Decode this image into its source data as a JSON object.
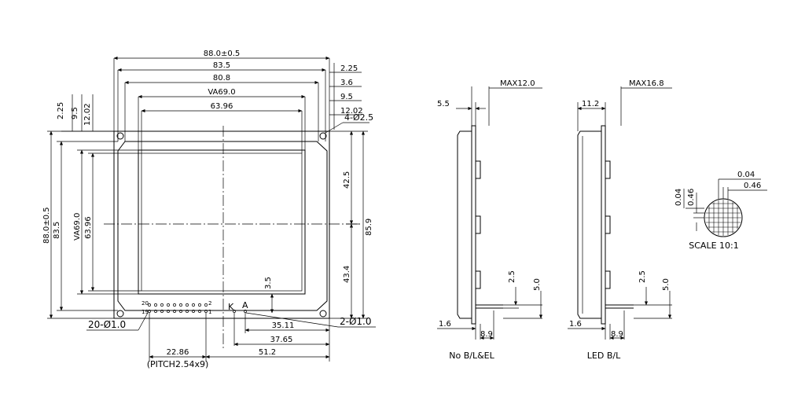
{
  "front_view": {
    "top_dims": [
      "88.0±0.5",
      "83.5",
      "80.8",
      "VA69.0",
      "63.96"
    ],
    "right_top_dims": [
      "2.25",
      "3.6",
      "9.5",
      "12.02"
    ],
    "left_top_dims": [
      "2.25",
      "9.5",
      "12.02"
    ],
    "mounting_hole": "4-Ø2.5",
    "left_dims": [
      "88.0±0.5",
      "83.5",
      "VA69.0",
      "63.96"
    ],
    "right_dims": [
      "42.5",
      "85.9",
      "43.4"
    ],
    "inner_dim": "3.5",
    "pin_labels": {
      "p20": "20",
      "p19": "19",
      "p2": "2",
      "p1": "1",
      "k": "K",
      "a": "A"
    },
    "pin_hole": "20-Ø1.0",
    "led_hole": "2-Ø1.0",
    "bottom_dims": [
      "35.11",
      "37.65",
      "22.86",
      "51.2"
    ],
    "pitch": "(PITCH2.54x9)"
  },
  "side_view_1": {
    "max": "MAX12.0",
    "top_dim": "5.5",
    "pin_dims": [
      "2.5",
      "5.0"
    ],
    "bottom_dims": [
      "1.6",
      "8.9"
    ],
    "caption": "No B/L&EL"
  },
  "side_view_2": {
    "max": "MAX16.8",
    "top_dim": "11.2",
    "pin_dims": [
      "2.5",
      "5.0"
    ],
    "bottom_dims": [
      "1.6",
      "8.9"
    ],
    "caption": "LED B/L"
  },
  "dot_detail": {
    "dims": [
      "0.04",
      "0.46",
      "0.04",
      "0.46"
    ],
    "scale": "SCALE 10:1"
  }
}
